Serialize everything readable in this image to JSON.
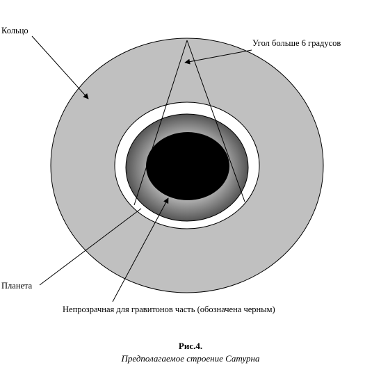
{
  "labels": {
    "ring": "Кольцо",
    "angle": "Угол больше 6 градусов",
    "planet": "Планета",
    "opaque_part": "Непрозрачная  для гравитонов часть (обозначена черным)"
  },
  "caption": {
    "title": "Рис.4.",
    "subtitle": "Предполагаемое строение Сатурна"
  },
  "colors": {
    "ring": "#c0c0c0",
    "gap": "#ffffff",
    "planet_center": "#ececec",
    "planet_edge": "#555555",
    "core": "#000000",
    "lines": "#000000"
  }
}
